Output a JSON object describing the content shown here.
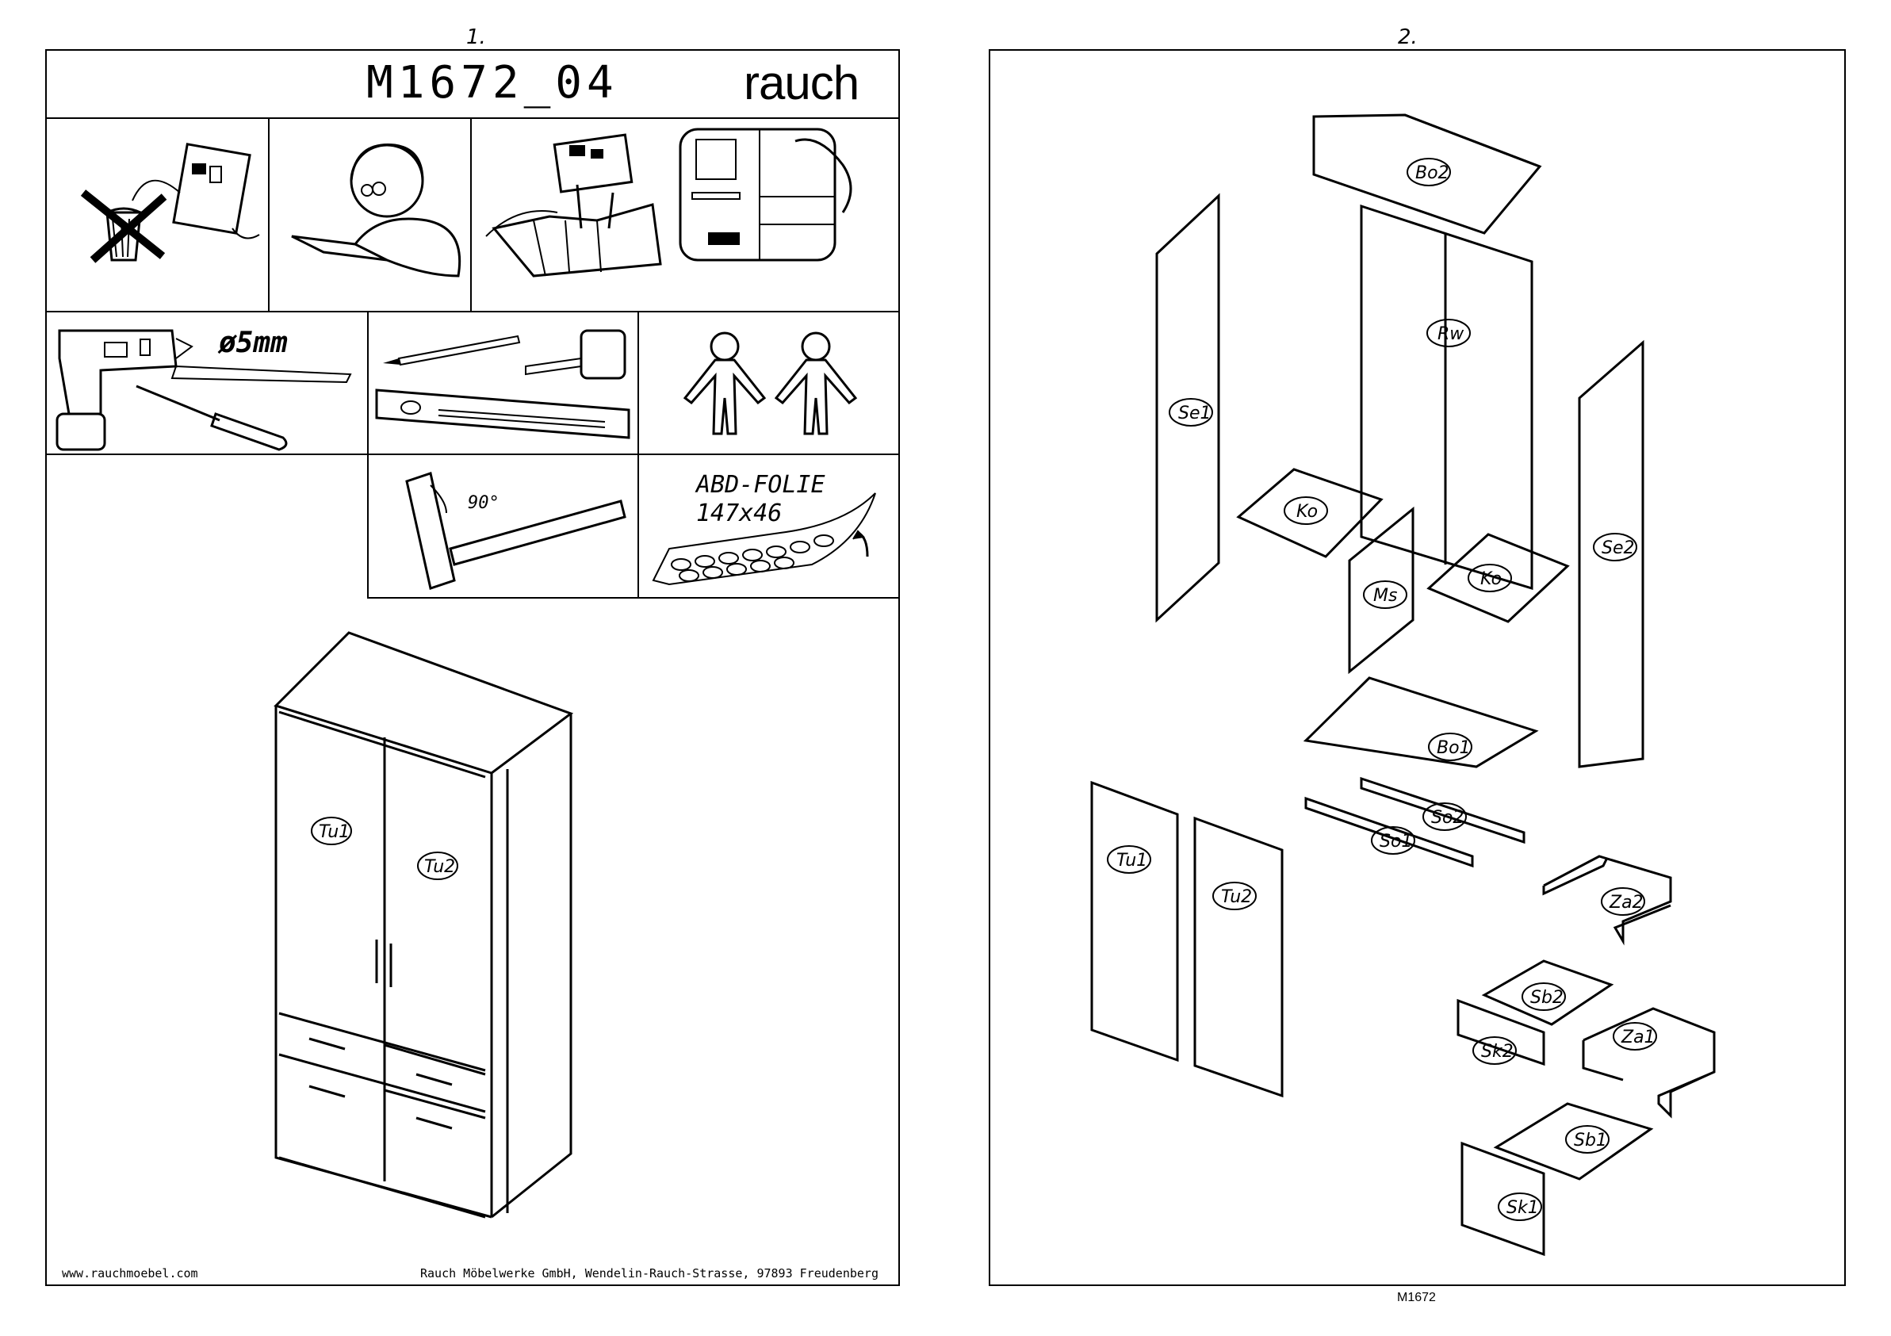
{
  "page1": {
    "number": "1.",
    "title": "M1672_04",
    "brand": "rauch",
    "drill_label": "ø5mm",
    "angle_label": "90°",
    "foil_label_1": "ABD-FOLIE",
    "foil_label_2": "147x46",
    "front_labels": {
      "tu1": "Tu1",
      "tu2": "Tu2"
    },
    "footer_left": "www.rauchmoebel.com",
    "footer_right": "Rauch Möbelwerke GmbH, Wendelin-Rauch-Strasse, 97893 Freudenberg"
  },
  "page2": {
    "number": "2.",
    "parts": {
      "bo2": "Bo2",
      "rw": "Rw",
      "se1": "Se1",
      "se2": "Se2",
      "ko_left": "Ko",
      "ko_right": "Ko",
      "ms": "Ms",
      "bo1": "Bo1",
      "so2": "So2",
      "so1": "So1",
      "tu1": "Tu1",
      "tu2": "Tu2",
      "za2": "Za2",
      "sb2": "Sb2",
      "sk2": "Sk2",
      "za1": "Za1",
      "sb1": "Sb1",
      "sk1": "Sk1"
    },
    "footer": "M1672"
  }
}
